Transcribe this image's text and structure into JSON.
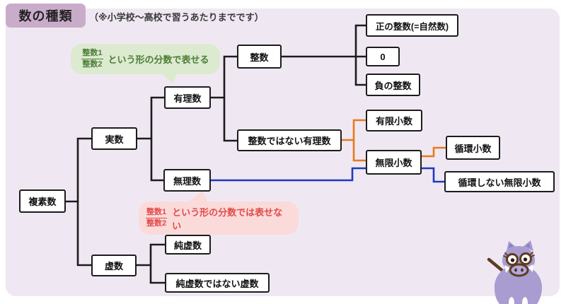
{
  "header": {
    "title": "数の種類",
    "subtitle": "（※小学校〜高校で習うあたりまでです）"
  },
  "nodes": {
    "complex": "複素数",
    "real": "実数",
    "rational": "有理数",
    "irrational": "無理数",
    "integer": "整数",
    "positive_integer": "正の整数(=自然数)",
    "zero": "0",
    "negative_integer": "負の整数",
    "non_integer_rational": "整数ではない有理数",
    "finite_decimal": "有限小数",
    "infinite_decimal": "無限小数",
    "repeating_decimal": "循環小数",
    "non_repeating_infinite_decimal": "循環しない無限小数",
    "imaginary": "虚数",
    "pure_imaginary": "純虚数",
    "non_pure_imaginary": "純虚数ではない虚数"
  },
  "bubbles": {
    "green": {
      "fraction_numerator": "整数1",
      "fraction_denominator": "整数2",
      "text": "という形の分数で表せる"
    },
    "pink": {
      "fraction_numerator": "整数1",
      "fraction_denominator": "整数2",
      "text": "という形の分数では表せない"
    }
  },
  "colors": {
    "panel_bg": "#EFE8F2",
    "title_bg": "#C9ACCA",
    "ink": "#1C1C1C",
    "line_orange": "#E8791E",
    "line_blue": "#2139BE",
    "green_bubble_bg": "#DCEAD0",
    "green_text": "#4C7D36",
    "pink_bubble_bg": "#FBDADA",
    "pink_text": "#E24A4A",
    "mascot_purple": "#A89CD0",
    "mascot_purple_dark": "#8D7EC1",
    "mascot_brown": "#5C3C20",
    "mascot_snout": "#B3A7D9"
  },
  "mascot": {
    "name": "boar mascot with pointer stick"
  }
}
